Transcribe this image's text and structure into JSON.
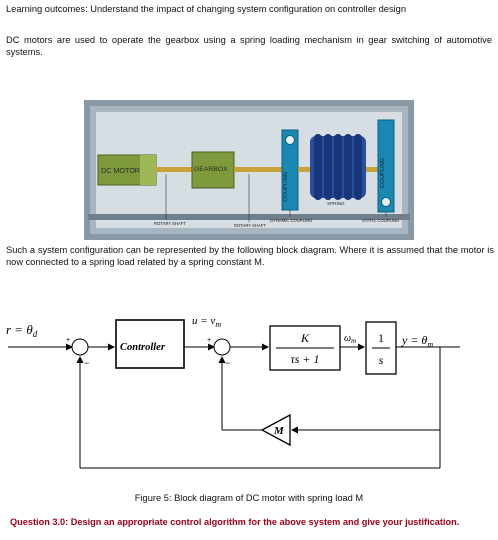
{
  "intro": {
    "learning_outcomes": "Learning outcomes: Understand the impact of changing system configuration on controller design",
    "description": "DC motors are used to operate the gearbox using a spring loading mechanism in gear switching of automotive systems."
  },
  "machine_labels": {
    "dc_motor": "DC MOTOR",
    "gearbox": "GEARBOX",
    "coupling_1": "COUPLING",
    "coupling_2": "COUPLING",
    "spring": "SPRING",
    "rotary_shaft_1": "ROTARY SHAFT",
    "rotary_shaft_2": "ROTARY SHAFT",
    "dynamic_coupling": "DYNAMIC COUPLING",
    "static_coupling": "STATIC COUPLING"
  },
  "block_text": "Such a system configuration can be represented by the following block diagram. Where it is assumed that the motor is now connected to a spring load related by a spring constant M.",
  "diagram": {
    "input_label": "r = θ",
    "input_sub": "d",
    "controller_label": "Controller",
    "u_label": "u = v",
    "u_sub": "m",
    "tf_num": "K",
    "tf_den": "τs + 1",
    "omega_label": "ω",
    "omega_sub": "m",
    "int_num": "1",
    "int_den": "s",
    "output_label": "y = θ",
    "output_sub": "m",
    "feedback_gain": "M",
    "plus": "+",
    "minus": "−"
  },
  "caption": "Figure 5: Block diagram of DC motor with spring load M",
  "question": "Question 3.0: Design an appropriate control algorithm for the above system and give your justification.",
  "colors": {
    "frame_bg": "#8a99a6",
    "motor": "#7e9a3c",
    "spring": "#1f3f8c",
    "coupling": "#1a88b3",
    "question": "#a0001a"
  }
}
